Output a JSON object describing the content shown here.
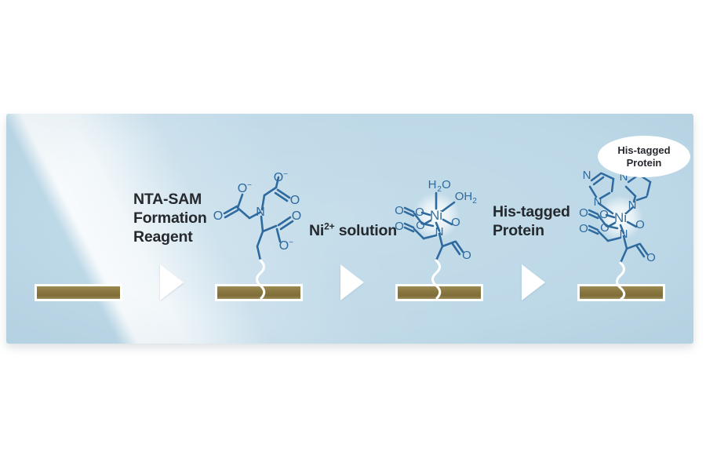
{
  "figure": {
    "kind": "process-diagram",
    "title_text": "",
    "panel": {
      "background_color": "#bdd8e7",
      "highlight_band_color": "#ffffff"
    },
    "substrate": {
      "label": "gold-substrate",
      "fill_color": "#8a7840",
      "border_color": "#ffffff"
    },
    "structure_color": "#2e6a9e",
    "text_color": "#25292d"
  },
  "steps": [
    {
      "id": "step-1",
      "caption_lines": [
        "NTA-SAM",
        "Formation",
        "Reagent"
      ],
      "caption_plain": "NTA-SAM Formation Reagent",
      "has_arrow": true,
      "substrate": "bare-gold"
    },
    {
      "id": "step-2",
      "caption_lines": [
        "Ni2+ solution"
      ],
      "caption_plain": "Ni2+ solution",
      "ion_symbol": "Ni",
      "ion_charge": "2+",
      "ion_word": " solution",
      "has_arrow": true,
      "substrate": "nta-sam-monolayer"
    },
    {
      "id": "step-3",
      "caption_lines": [
        "His-tagged",
        "Protein"
      ],
      "caption_plain": "His-tagged Protein",
      "has_arrow": true,
      "substrate": "ni-nta-chelate"
    },
    {
      "id": "step-4",
      "caption_lines": [],
      "caption_plain": "",
      "has_arrow": false,
      "substrate": "his-tagged-protein-bound"
    }
  ],
  "callout": {
    "line1": "His-tagged",
    "line2": "Protein"
  },
  "structures": {
    "nta_sam": {
      "name": "NTA-SAM monolayer",
      "atom_labels": [
        "O",
        "O-",
        "O-",
        "N",
        "O",
        "O",
        "O-"
      ],
      "central_atom": "N",
      "carboxylate_count": 3
    },
    "ni_nta": {
      "name": "Ni-NTA chelate with aqua ligands",
      "metal": "Ni",
      "axial_ligand_top": "H2O",
      "axial_ligand_right": "OH2",
      "atom_labels": [
        "O",
        "O",
        "O",
        "O",
        "O",
        "N",
        "Ni",
        "O"
      ],
      "aqua_ligands": 2
    },
    "ni_nta_his": {
      "name": "Ni-NTA chelate bound to histidine imidazoles",
      "metal": "Ni",
      "imidazole_count": 2,
      "imidazole_nitrogen_labels": [
        "N",
        "N",
        "N",
        "N"
      ],
      "atom_labels": [
        "O",
        "O",
        "O",
        "O",
        "O",
        "N",
        "Ni",
        "O"
      ]
    }
  },
  "subscripts": {
    "h2o_pre": "H",
    "h2o_sub": "2",
    "h2o_post": "O",
    "oh2_pre": "OH",
    "oh2_sub": "2"
  }
}
